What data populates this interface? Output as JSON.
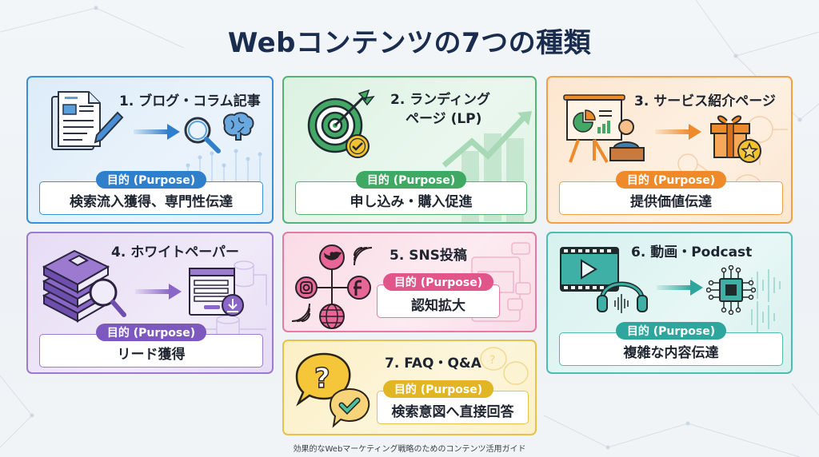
{
  "title": "Webコンテンツの7つの種類",
  "purpose_label": "目的 (Purpose)",
  "cards": [
    {
      "number": "1.",
      "title": "1. ブログ・コラム記事",
      "purpose": "検索流入獲得、専門性伝達",
      "accent": "#2f7fcb",
      "icons": [
        "document-pen-icon",
        "arrow-right-icon",
        "magnifier-icon",
        "brain-icon"
      ]
    },
    {
      "number": "2.",
      "title_line1": "2. ランディング",
      "title_line2": "ページ (LP)",
      "purpose": "申し込み・購入促進",
      "accent": "#3fa863",
      "icons": [
        "target-arrow-icon",
        "check-badge-icon",
        "growth-chart-icon"
      ]
    },
    {
      "number": "3.",
      "title": "3. サービス紹介ページ",
      "purpose": "提供価値伝達",
      "accent": "#ef8a2a",
      "icons": [
        "presentation-icon",
        "arrow-right-icon",
        "gift-box-icon",
        "star-badge-icon"
      ]
    },
    {
      "number": "4.",
      "title": "4. ホワイトペーパー",
      "purpose": "リード獲得",
      "accent": "#7d58bf",
      "icons": [
        "books-magnifier-icon",
        "arrow-right-icon",
        "download-form-icon"
      ]
    },
    {
      "number": "5.",
      "title": "5. SNS投稿",
      "purpose": "認知拡大",
      "accent": "#e0558a",
      "icons": [
        "twitter-icon",
        "instagram-icon",
        "facebook-icon",
        "globe-icon",
        "signal-waves-icon"
      ]
    },
    {
      "number": "6.",
      "title": "6. 動画・Podcast",
      "purpose": "複雑な内容伝達",
      "accent": "#2fa69d",
      "icons": [
        "video-play-icon",
        "headphones-icon",
        "arrow-right-icon",
        "chip-icon"
      ]
    },
    {
      "number": "7.",
      "title": "7. FAQ・Q&A",
      "purpose": "検索意図へ直接回答",
      "accent": "#e1b524",
      "icons": [
        "question-bubble-icon",
        "check-bubble-icon"
      ]
    }
  ],
  "footer": "効果的なWebマーケティング戦略のためのコンテンツ活用ガイド"
}
